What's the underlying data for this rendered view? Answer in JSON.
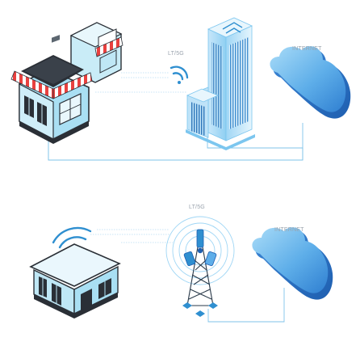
{
  "top": {
    "radio_label": "LT/5G",
    "internet_label": "INTERNET"
  },
  "bottom": {
    "radio_label": "LT/5G",
    "internet_label": "INTERNET"
  },
  "colors": {
    "line": "#7fc3ea",
    "glass_light": "#d8effb",
    "glass_mid": "#7cc6ef",
    "glass_dark": "#2f8fd0",
    "cloud_light": "#8fd0f5",
    "cloud_dark": "#2f7fd1",
    "roof_dark": "#2a2f36",
    "awning_red": "#e8413f"
  }
}
